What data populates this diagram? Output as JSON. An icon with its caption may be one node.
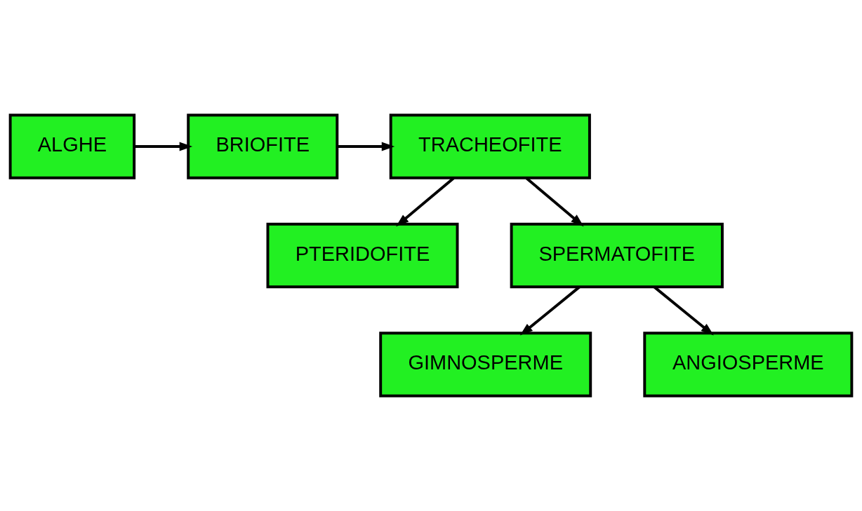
{
  "diagram": {
    "nodes": [
      {
        "text": [
          "ALGHE"
        ]
      },
      {
        "text": [
          "BRIOFITE"
        ]
      },
      {
        "text": [
          "TRACHEOFITE"
        ]
      },
      {
        "text": [
          "PTERIDOFITE"
        ]
      },
      {
        "text": [
          "SPERMATOFITE"
        ]
      },
      {
        "text": [
          "GIMNOSPERME"
        ]
      },
      {
        "text": [
          "ANGIOSPERME"
        ]
      }
    ],
    "edges": [
      {
        "from": 0,
        "to": 1,
        "arrow": "to"
      },
      {
        "from": 1,
        "to": 2,
        "arrow": "to"
      },
      {
        "from": 2,
        "to": 3,
        "arrow": "to"
      },
      {
        "from": 2,
        "to": 4,
        "arrow": "to"
      },
      {
        "from": 4,
        "to": 5,
        "arrow": "to"
      },
      {
        "from": 4,
        "to": 6,
        "arrow": "to"
      }
    ]
  }
}
